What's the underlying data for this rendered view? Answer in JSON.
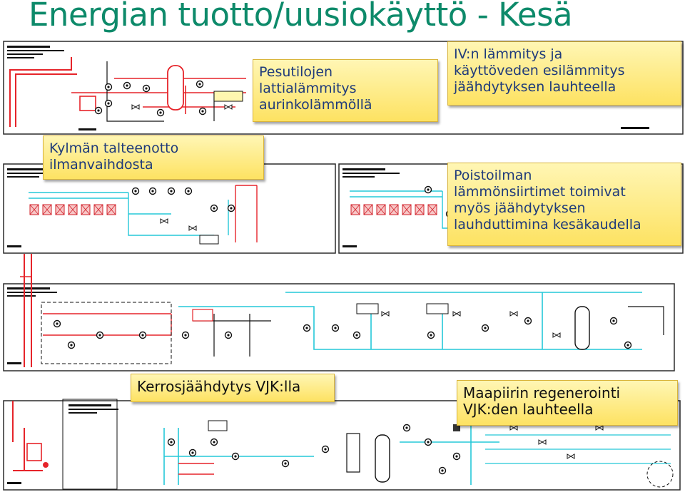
{
  "title": "Energian tuotto/uusiokäyttö - Kesä",
  "callouts": {
    "pesutilojen": [
      "Pesutilojen",
      "lattialämmitys",
      "aurinkolämmöllä"
    ],
    "iv_lammitys": [
      "IV:n lämmitys ja",
      "käyttöveden esilämmitys",
      "jäähdytyksen lauhteella"
    ],
    "kylman": [
      "Kylmän talteenotto",
      "ilmanvaihdosta"
    ],
    "poistoilman": [
      "Poistoilman",
      "lämmönsiirtimet toimivat",
      "myös jäähdytyksen",
      "lauhduttimina kesäkaudella"
    ],
    "kerros": [
      "Kerrosjäähdytys VJK:lla"
    ],
    "maapiirin": [
      "Maapiirin regenerointi",
      "VJK:den lauhteella"
    ]
  },
  "colors": {
    "title": "#0d8a6a",
    "callout_text": "#1f3a7a",
    "callout_fill": "#fde262",
    "hot_pipe": "#e6242a",
    "cold_pipe": "#25c8d8",
    "frame": "#2b2b2b"
  }
}
